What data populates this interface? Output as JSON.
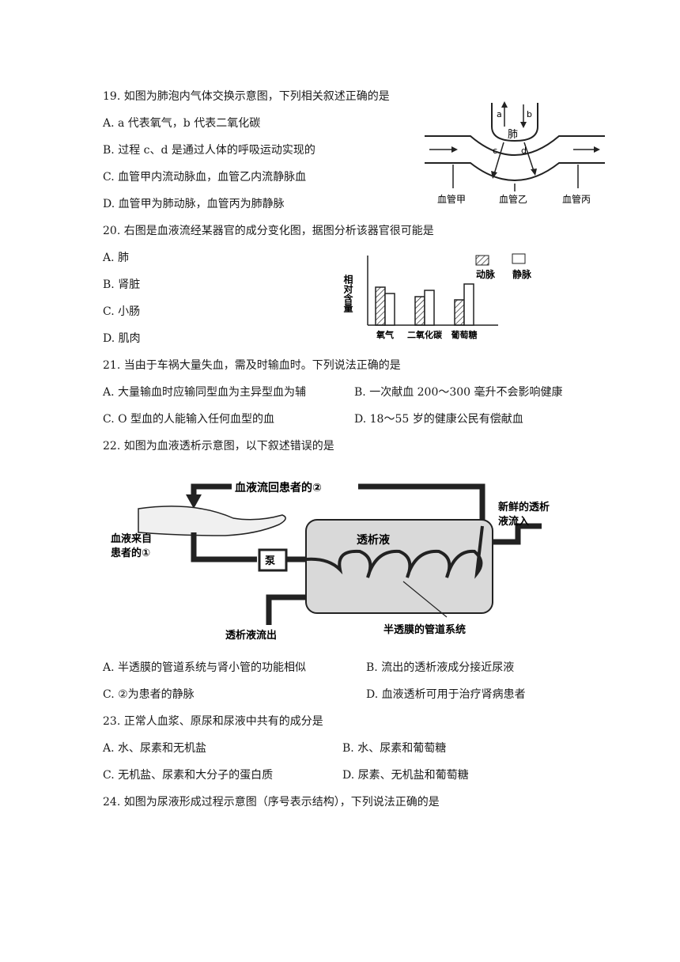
{
  "q19": {
    "stem": "19. 如图为肺泡内气体交换示意图，下列相关叙述正确的是",
    "options": [
      "A. a 代表氧气，b 代表二氧化碳",
      "B. 过程 c、d 是通过人体的呼吸运动实现的",
      "C. 血管甲内流动脉血，血管乙内流静脉血",
      "D. 血管甲为肺动脉，血管丙为肺静脉"
    ],
    "figure": {
      "lung_label": "肺",
      "letters": [
        "a",
        "b",
        "c",
        "d"
      ],
      "vessel_labels": [
        "血管甲",
        "血管乙",
        "血管丙"
      ]
    }
  },
  "q20": {
    "stem": "20. 右图是血液流经某器官的成分变化图，据图分析该器官很可能是",
    "options": [
      "A. 肺",
      "B. 肾脏",
      "C. 小肠",
      "D. 肌肉"
    ]
  },
  "q21": {
    "stem": "21. 当由于车祸大量失血，需及时输血时。下列说法正确的是",
    "options": [
      "A. 大量输血时应输同型血为主异型血为辅",
      "B. 一次献血 200～300 毫升不会影响健康",
      "C. O 型血的人能输入任何血型的血",
      "D. 18～55 岁的健康公民有偿献血"
    ]
  },
  "q22": {
    "stem": "22. 如图为血液透析示意图，以下叙述错误的是",
    "options": [
      "A. 半透膜的管道系统与肾小管的功能相似",
      "B. 流出的透析液成分接近尿液",
      "C. ②为患者的静脉",
      "D. 血液透析可用于治疗肾病患者"
    ],
    "figure": {
      "return_label": "血液流回患者的②",
      "fresh_label_1": "新鲜的透析",
      "fresh_label_2": "液流入",
      "from_label_1": "血液来自",
      "from_label_2": "患者的①",
      "pump_label": "泵",
      "dialysate_label": "透析液",
      "outflow_label": "透析液流出",
      "membrane_label": "半透膜的管道系统"
    }
  },
  "q23": {
    "stem": "23. 正常人血浆、原尿和尿液中共有的成分是",
    "options": [
      "A. 水、尿素和无机盐",
      "B. 水、尿素和葡萄糖",
      "C. 无机盐、尿素和大分子的蛋白质",
      "D. 尿素、无机盐和葡萄糖"
    ]
  },
  "q24": {
    "stem": "24. 如图为尿液形成过程示意图（序号表示结构），下列说法正确的是"
  },
  "chart_data": {
    "type": "bar",
    "ylabel": "相对含量",
    "categories": [
      "氧气",
      "二氧化碳",
      "葡萄糖"
    ],
    "series": [
      {
        "name": "动脉",
        "values": [
          6,
          4.5,
          4
        ]
      },
      {
        "name": "静脉",
        "values": [
          5,
          5.5,
          6.5
        ]
      }
    ],
    "ylim": [
      0,
      10
    ],
    "legend": "top-right",
    "colors": {
      "artery_fill": "hatched",
      "vein_fill": "#ffffff"
    }
  }
}
